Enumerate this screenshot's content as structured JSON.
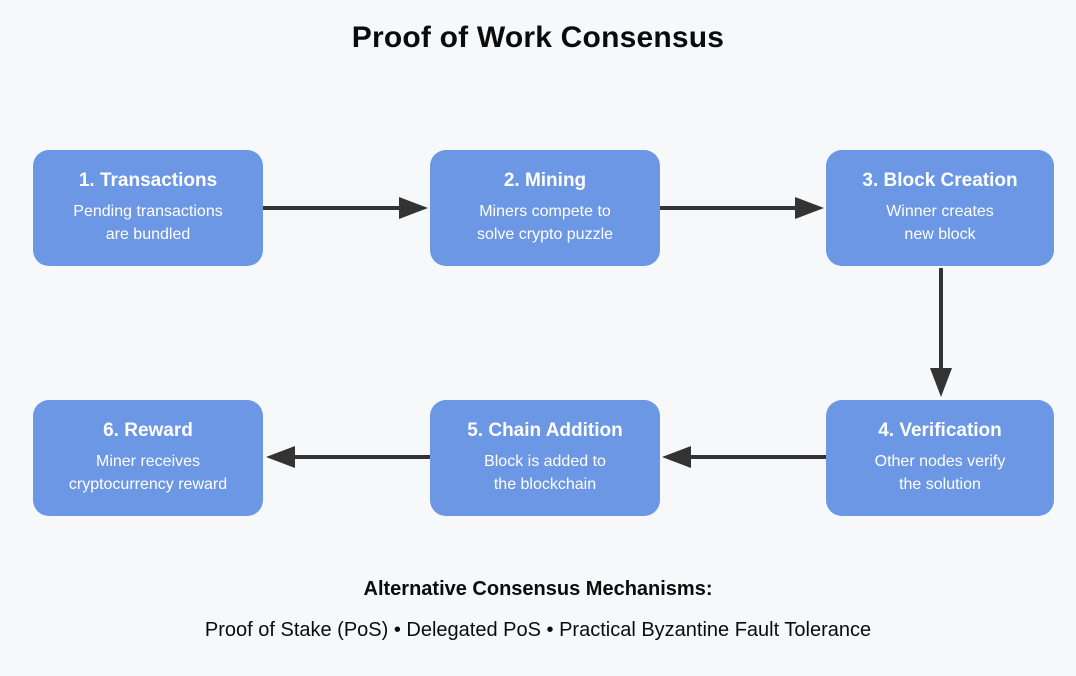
{
  "title": "Proof of Work Consensus",
  "boxes": [
    {
      "title": "1. Transactions",
      "line1": "Pending transactions",
      "line2": "are bundled"
    },
    {
      "title": "2. Mining",
      "line1": "Miners compete to",
      "line2": "solve crypto puzzle"
    },
    {
      "title": "3. Block Creation",
      "line1": "Winner creates",
      "line2": "new block"
    },
    {
      "title": "4. Verification",
      "line1": "Other nodes verify",
      "line2": "the solution"
    },
    {
      "title": "5. Chain Addition",
      "line1": "Block is added to",
      "line2": "the blockchain"
    },
    {
      "title": "6. Reward",
      "line1": "Miner receives",
      "line2": "cryptocurrency reward"
    }
  ],
  "footer": {
    "heading": "Alternative Consensus Mechanisms:",
    "items_line": "Proof of Stake (PoS) • Delegated PoS • Practical Byzantine Fault Tolerance"
  },
  "colors": {
    "background": "#f7f8fa",
    "box_fill": "#6b97e4",
    "box_text": "#ffffff",
    "arrow": "#333333",
    "title_text": "#0b0b0b"
  }
}
